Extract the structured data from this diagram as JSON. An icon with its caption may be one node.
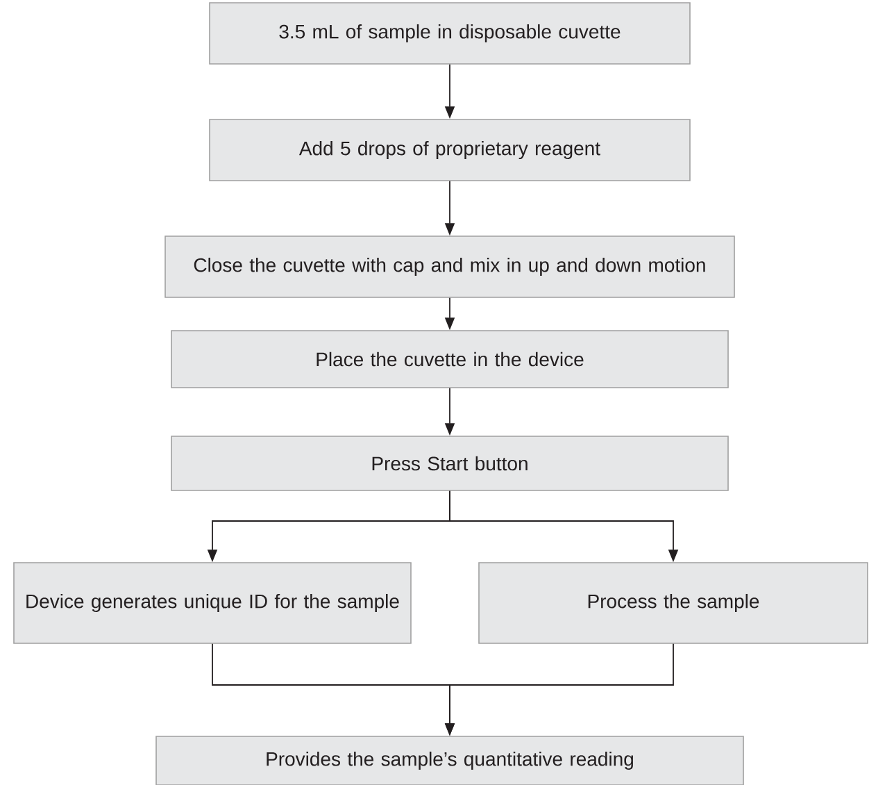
{
  "diagram": {
    "nodes": [
      {
        "text": [
          "3.5 mL of sample in disposable cuvette"
        ]
      },
      {
        "text": [
          "Add 5 drops of proprietary reagent"
        ]
      },
      {
        "text": [
          "Close the cuvette with cap and mix in up and down motion"
        ]
      },
      {
        "text": [
          "Place the cuvette in the device"
        ]
      },
      {
        "text": [
          "Press Start button"
        ]
      },
      {
        "text": [
          "Device generates unique ID for the sample"
        ]
      },
      {
        "text": [
          "Process the sample"
        ]
      },
      {
        "text": [
          "Provides the sample’s quantitative reading"
        ]
      }
    ],
    "edges": [
      {
        "from": 0,
        "to": 1,
        "arrow": "to"
      },
      {
        "from": 1,
        "to": 2,
        "arrow": "to"
      },
      {
        "from": 2,
        "to": 3,
        "arrow": "to"
      },
      {
        "from": 3,
        "to": 4,
        "arrow": "to"
      },
      {
        "from": 4,
        "to": 5,
        "arrow": "to"
      },
      {
        "from": 4,
        "to": 6,
        "arrow": "to"
      },
      {
        "from": 5,
        "to": 7,
        "arrow": "to"
      },
      {
        "from": 6,
        "to": 7,
        "arrow": "to"
      }
    ]
  }
}
